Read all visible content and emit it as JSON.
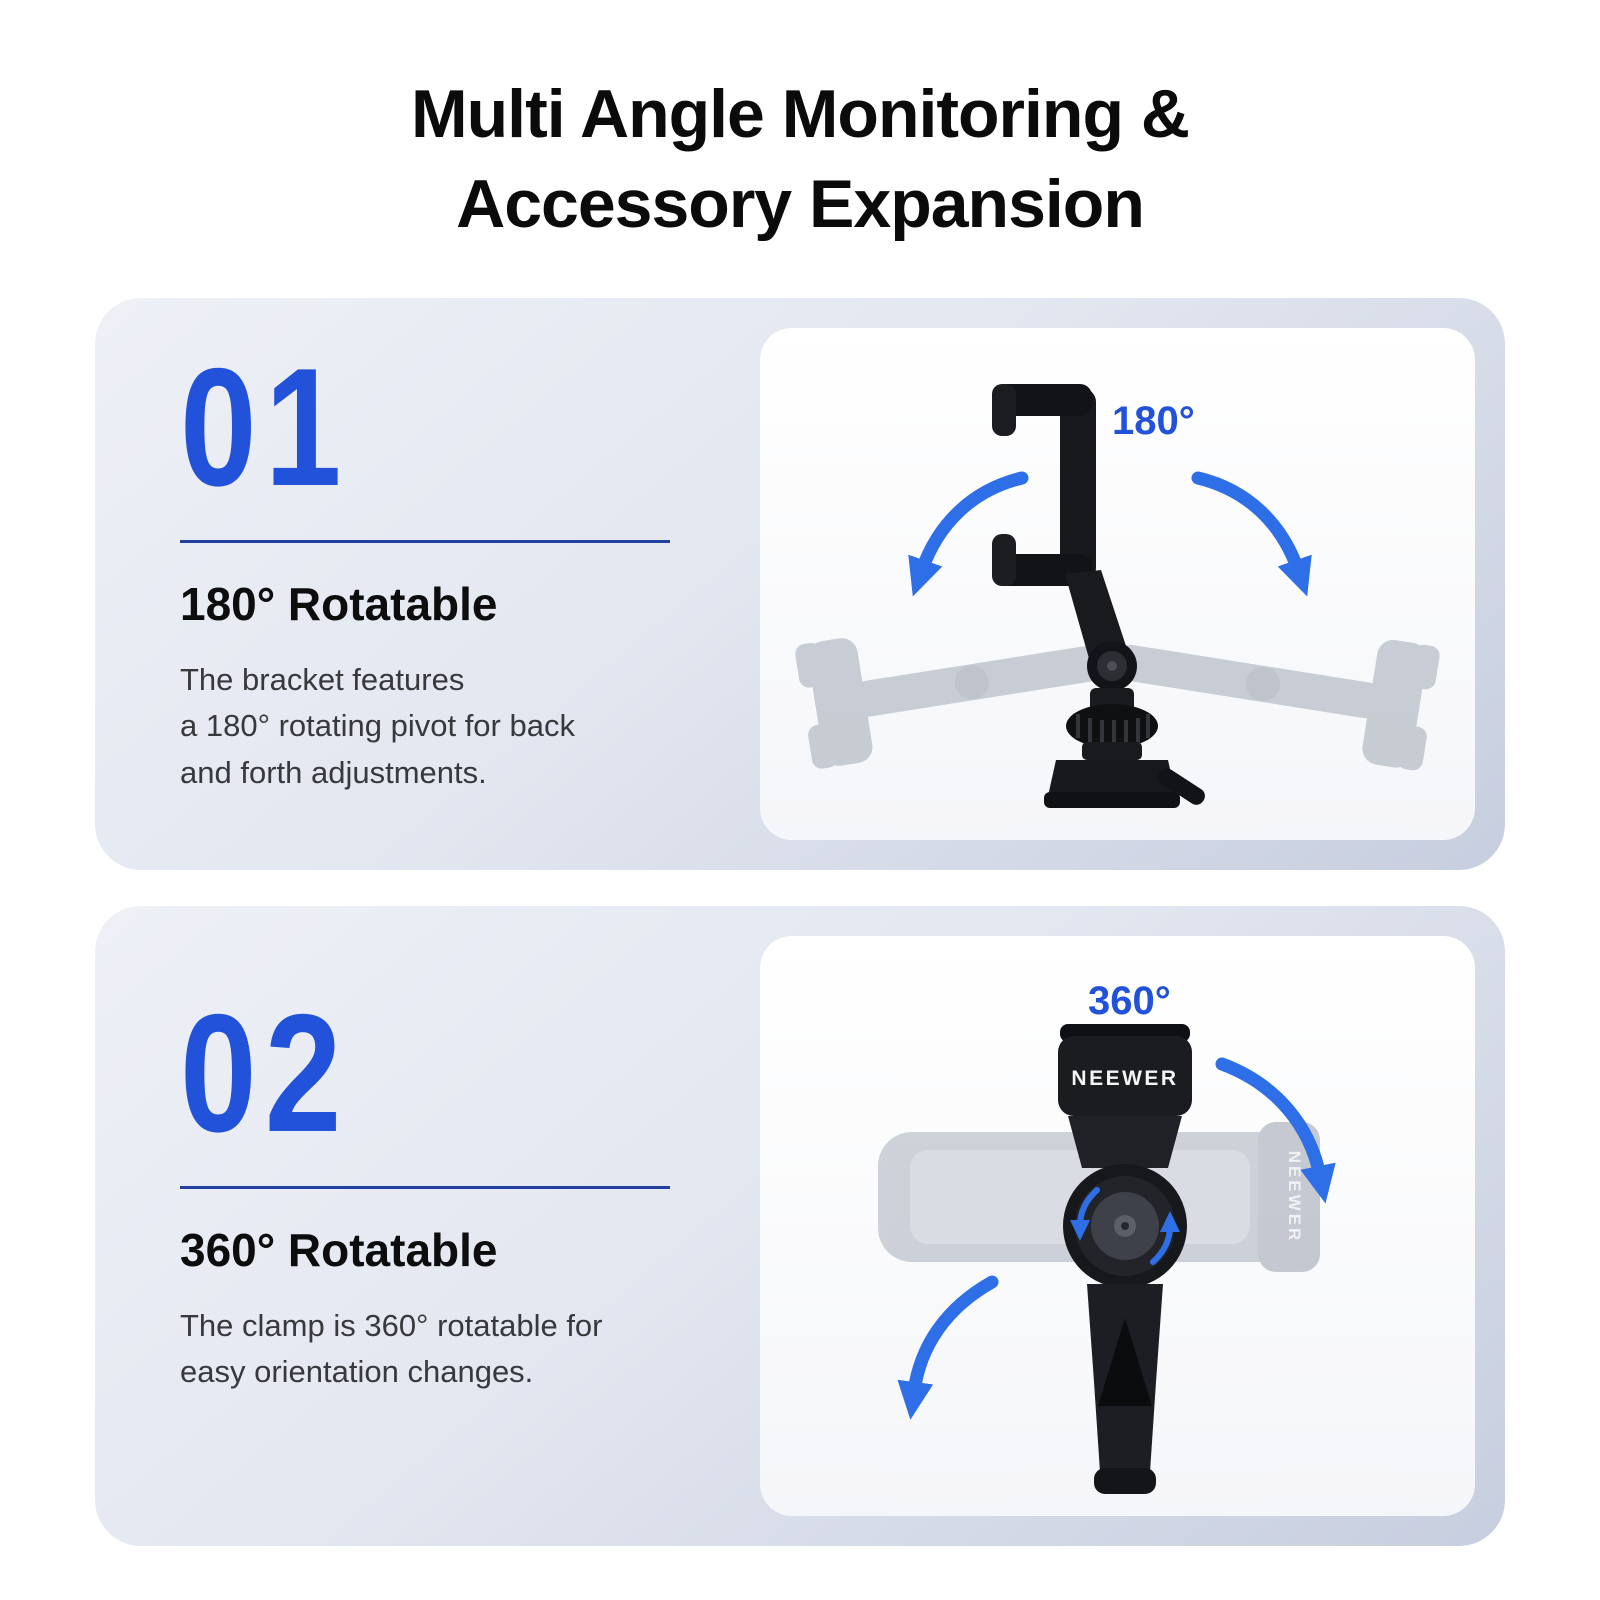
{
  "page": {
    "title": "Multi Angle Monitoring &\nAccessory Expansion"
  },
  "sections": [
    {
      "number": "01",
      "heading": "180° Rotatable",
      "body": "The bracket features\na 180° rotating pivot for back\nand forth adjustments.",
      "angle_label": "180°"
    },
    {
      "number": "02",
      "heading": "360° Rotatable",
      "body": "The clamp is 360° rotatable for\neasy orientation changes.",
      "angle_label": "360°",
      "brand_label": "NEEWER"
    }
  ],
  "colors": {
    "accent_blue": "#2152d9",
    "arrow_blue": "#2e6fe8",
    "divider_blue": "#23409f",
    "card_gradient_start": "#eef0f6",
    "card_gradient_end": "#c7cedf",
    "product_black": "#17181b",
    "ghost_gray": "#9aa1ae",
    "title_black": "#0b0b0c"
  }
}
